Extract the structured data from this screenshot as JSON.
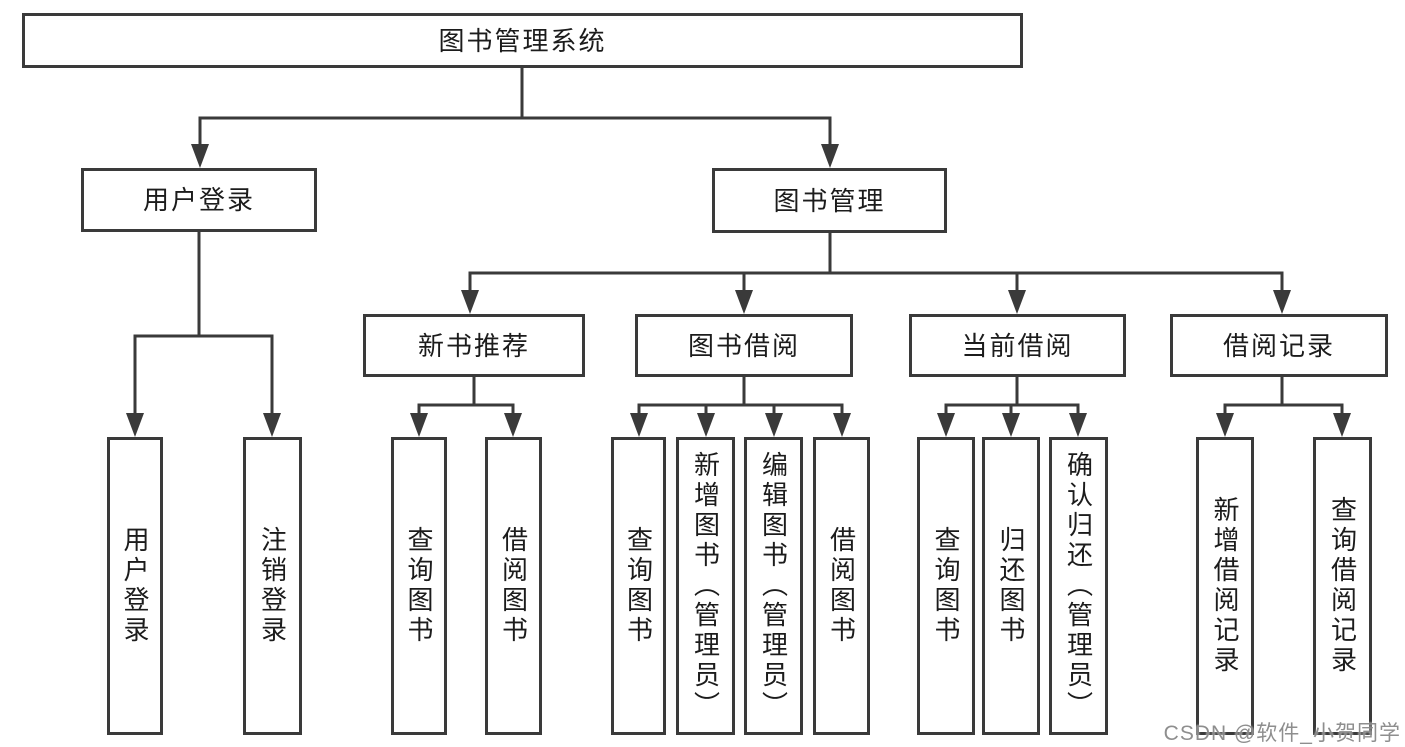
{
  "tree": {
    "root": {
      "label": "图书管理系统"
    },
    "level2": [
      {
        "label": "用户登录"
      },
      {
        "label": "图书管理"
      }
    ],
    "level3": [
      {
        "label": "新书推荐"
      },
      {
        "label": "图书借阅"
      },
      {
        "label": "当前借阅"
      },
      {
        "label": "借阅记录"
      }
    ],
    "leaves": [
      {
        "label": "用户登录"
      },
      {
        "label": "注销登录"
      },
      {
        "label": "查询图书"
      },
      {
        "label": "借阅图书"
      },
      {
        "label": "查询图书"
      },
      {
        "label": "新增图书（管理员）"
      },
      {
        "label": "编辑图书（管理员）"
      },
      {
        "label": "借阅图书"
      },
      {
        "label": "查询图书"
      },
      {
        "label": "归还图书"
      },
      {
        "label": "确认归还（管理员）"
      },
      {
        "label": "新增借阅记录"
      },
      {
        "label": "查询借阅记录"
      }
    ]
  },
  "watermark": {
    "text": "CSDN @软件_小贺同学"
  },
  "colors": {
    "line": "#3a3a3a",
    "node_border": "#3a3a3a",
    "text": "#1c1c1c",
    "watermark": "#848484",
    "background": "#ffffff"
  }
}
